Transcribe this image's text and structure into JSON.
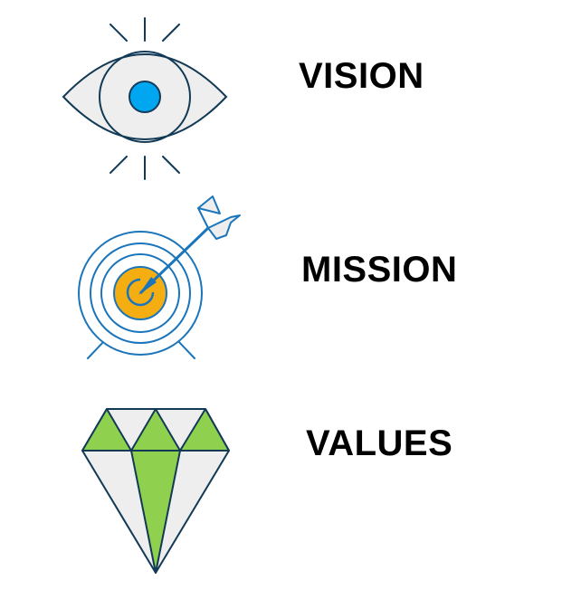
{
  "items": [
    {
      "label": "VISION",
      "icon": "eye-icon"
    },
    {
      "label": "MISSION",
      "icon": "target-arrow-icon"
    },
    {
      "label": "VALUES",
      "icon": "diamond-icon"
    }
  ],
  "colors": {
    "outline": "#123a56",
    "icon_fill": "#eeeeee",
    "eye_pupil": "#00a6ef",
    "target_ring": "#1b75bb",
    "target_center": "#f5ae12",
    "diamond_green": "#8fd14f",
    "text": "#000000"
  }
}
